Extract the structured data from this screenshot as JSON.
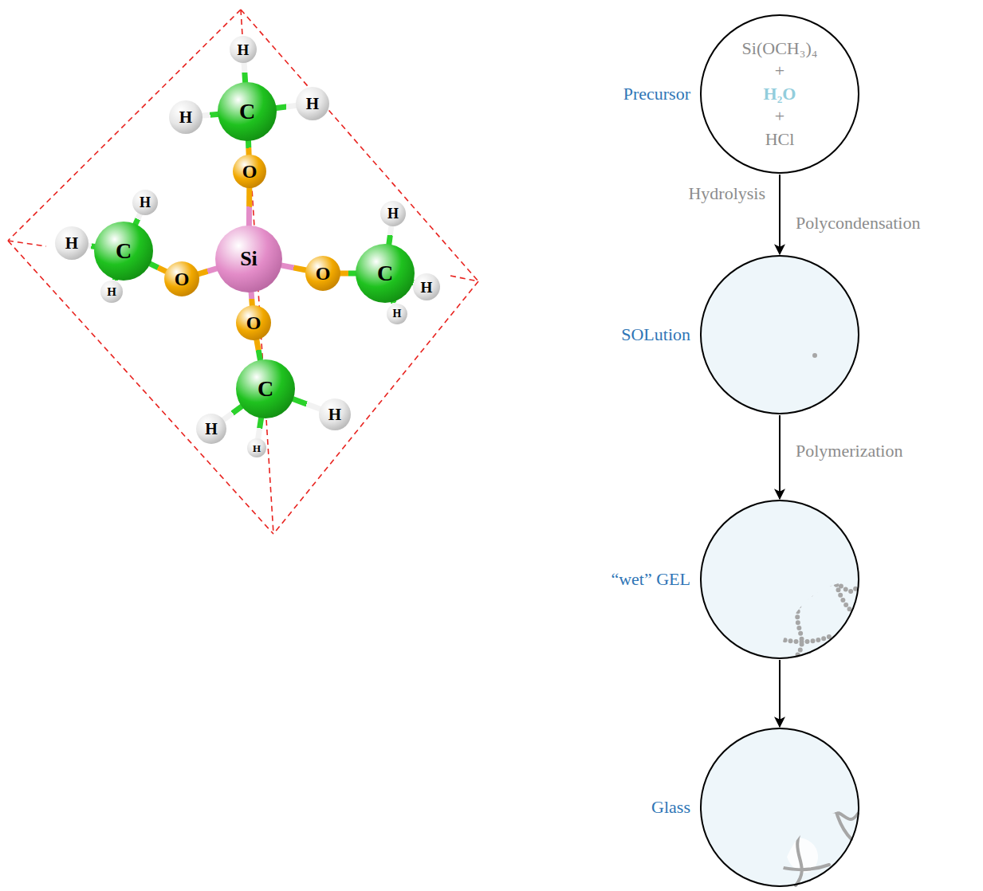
{
  "diagram": {
    "nodes": [
      {
        "text": [
          "H"
        ]
      },
      {
        "text": [
          "H"
        ]
      },
      {
        "text": [
          "C"
        ]
      },
      {
        "text": [
          "H"
        ]
      },
      {
        "text": [
          "O"
        ]
      },
      {
        "text": [
          "H"
        ]
      },
      {
        "text": [
          "H"
        ]
      },
      {
        "text": [
          "H"
        ]
      },
      {
        "text": [
          "C"
        ]
      },
      {
        "text": [
          "O"
        ]
      },
      {
        "text": [
          "Si"
        ]
      },
      {
        "text": [
          "O"
        ]
      },
      {
        "text": [
          "C"
        ]
      },
      {
        "text": [
          "H"
        ]
      },
      {
        "text": [
          "H"
        ]
      },
      {
        "text": [
          "H"
        ]
      },
      {
        "text": [
          "O"
        ]
      },
      {
        "text": [
          "C"
        ]
      },
      {
        "text": [
          "H"
        ]
      },
      {
        "text": [
          "H"
        ]
      },
      {
        "text": [
          "H"
        ]
      },
      {
        "text": [
          "Precursor",
          "Si(OCH₃)₄",
          "+",
          "H₂O",
          "+",
          "HCl"
        ]
      },
      {
        "text": [
          "SOLution"
        ]
      },
      {
        "text": [
          "“wet” GEL"
        ]
      },
      {
        "text": [
          "Glass"
        ]
      }
    ],
    "edges": [
      {
        "from": 10,
        "to": 4,
        "arrow": "none"
      },
      {
        "from": 10,
        "to": 9,
        "arrow": "none"
      },
      {
        "from": 10,
        "to": 11,
        "arrow": "none"
      },
      {
        "from": 10,
        "to": 16,
        "arrow": "none"
      },
      {
        "from": 4,
        "to": 2,
        "arrow": "none"
      },
      {
        "from": 9,
        "to": 8,
        "arrow": "none"
      },
      {
        "from": 11,
        "to": 12,
        "arrow": "none"
      },
      {
        "from": 16,
        "to": 17,
        "arrow": "none"
      },
      {
        "from": 2,
        "to": 0,
        "arrow": "none"
      },
      {
        "from": 2,
        "to": 1,
        "arrow": "none"
      },
      {
        "from": 2,
        "to": 3,
        "arrow": "none"
      },
      {
        "from": 8,
        "to": 5,
        "arrow": "none"
      },
      {
        "from": 8,
        "to": 7,
        "arrow": "none"
      },
      {
        "from": 8,
        "to": 14,
        "arrow": "none"
      },
      {
        "from": 12,
        "to": 6,
        "arrow": "none"
      },
      {
        "from": 12,
        "to": 13,
        "arrow": "none"
      },
      {
        "from": 12,
        "to": 15,
        "arrow": "none"
      },
      {
        "from": 17,
        "to": 18,
        "arrow": "none"
      },
      {
        "from": 17,
        "to": 19,
        "arrow": "none"
      },
      {
        "from": 17,
        "to": 20,
        "arrow": "none"
      },
      {
        "from": 21,
        "to": 22,
        "label": "Hydrolysis",
        "arrow": "to"
      },
      {
        "from": 22,
        "to": 23,
        "label": "Polymerization",
        "arrow": "to"
      },
      {
        "from": 23,
        "to": 24,
        "arrow": "to"
      }
    ],
    "labels": [
      "Polycondensation"
    ]
  }
}
